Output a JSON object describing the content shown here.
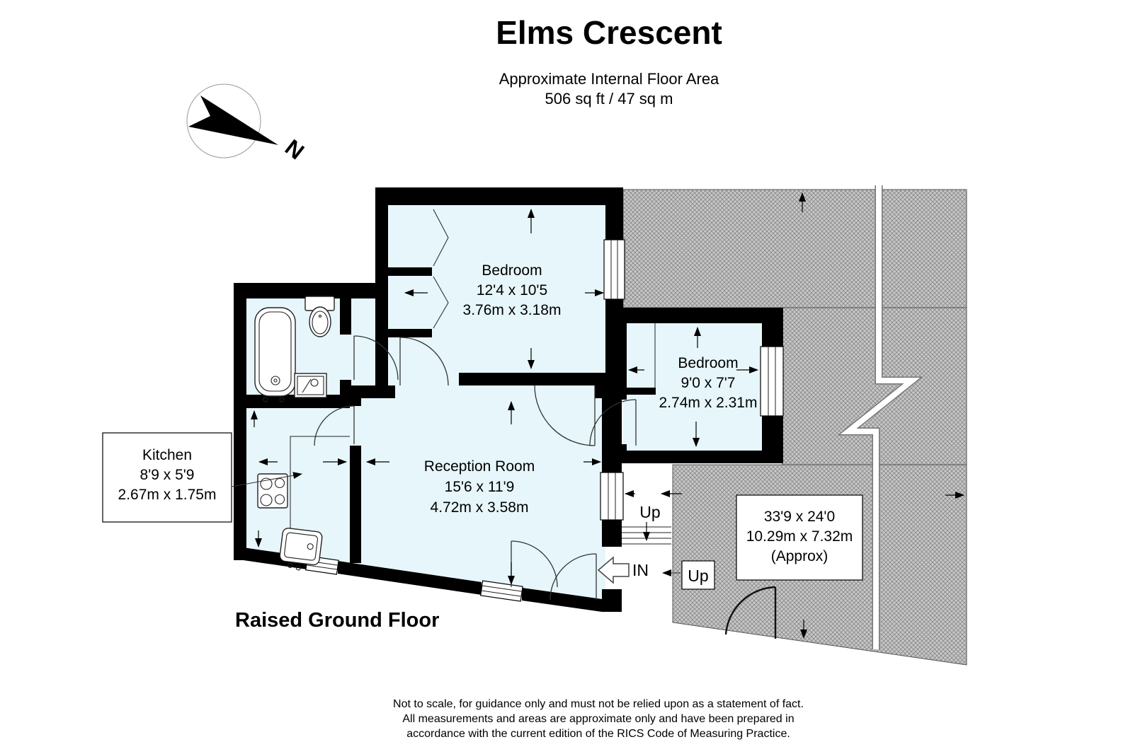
{
  "header": {
    "title": "Elms Crescent",
    "subtitle1": "Approximate Internal Floor Area",
    "subtitle2": "506 sq ft / 47 sq m"
  },
  "compass": {
    "north": "N"
  },
  "rooms": {
    "bedroom1": {
      "name": "Bedroom",
      "imperial": "12'4 x 10'5",
      "metric": "3.76m x 3.18m"
    },
    "bedroom2": {
      "name": "Bedroom",
      "imperial": "9'0 x 7'7",
      "metric": "2.74m x 2.31m"
    },
    "reception": {
      "name": "Reception Room",
      "imperial": "15'6 x 11'9",
      "metric": "4.72m x 3.58m"
    },
    "kitchen": {
      "name": "Kitchen",
      "imperial": "8'9 x 5'9",
      "metric": "2.67m x 1.75m"
    },
    "garden": {
      "imperial": "33'9 x 24'0",
      "metric": "10.29m x 7.32m",
      "approx": "(Approx)"
    }
  },
  "labels": {
    "floor": "Raised Ground Floor",
    "up_stairs": "Up",
    "up_garden": "Up",
    "entrance": "IN"
  },
  "footer": {
    "line1": "Not to scale, for guidance only and must not be relied upon as a statement of fact.",
    "line2": "All measurements and areas are approximate only and have been prepared in",
    "line3": "accordance with the current edition of the RICS Code of Measuring Practice."
  },
  "colors": {
    "room_fill": "#e6f6fa",
    "wall": "#000000",
    "hatch_base": "#c9c9c9",
    "hatch_line": "#8f8f8f"
  }
}
